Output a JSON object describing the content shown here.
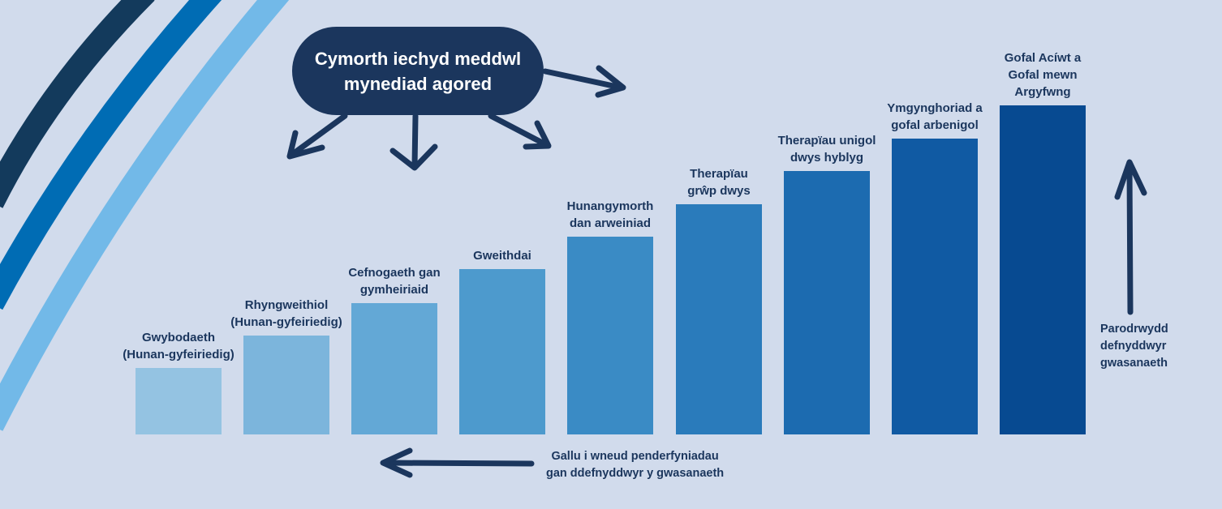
{
  "bubble": {
    "text": "Cymorth iechyd meddwl\nmynediad agored"
  },
  "colors": {
    "dark_navy": "#1b365d",
    "arc_dark": "#133a5c",
    "arc_mid": "#006cb4",
    "arc_light": "#72b9e8",
    "background": "#d1dbec"
  },
  "steps": [
    {
      "label": "Gwybodaeth\n(Hunan-gyfeiriedig)",
      "color": "#94c3e2"
    },
    {
      "label": "Rhyngweithiol\n(Hunan-gyfeiriedig)",
      "color": "#7cb5dc"
    },
    {
      "label": "Cefnogaeth gan\ngymheiriaid",
      "color": "#63a8d6"
    },
    {
      "label": "Gweithdai",
      "color": "#4d9acd"
    },
    {
      "label": "Hunangymorth\ndan arweiniad",
      "color": "#3a8bc5"
    },
    {
      "label": "Therapïau\ngrŵp dwys",
      "color": "#2a7bbb"
    },
    {
      "label": "Therapïau unigol\ndwys hyblyg",
      "color": "#1c6bb0"
    },
    {
      "label": "Ymgynghoriad a\ngofal arbenigol",
      "color": "#105aa3"
    },
    {
      "label": "Gofal Acíwt a\nGofal mewn\nArgyfwng",
      "color": "#074a91"
    }
  ],
  "notes": {
    "readiness": "Parodrwydd\ndefnyddwyr\ngwasanaeth",
    "decisions": "Gallu i wneud penderfyniadau\ngan ddefnyddwyr y gwasanaeth"
  }
}
